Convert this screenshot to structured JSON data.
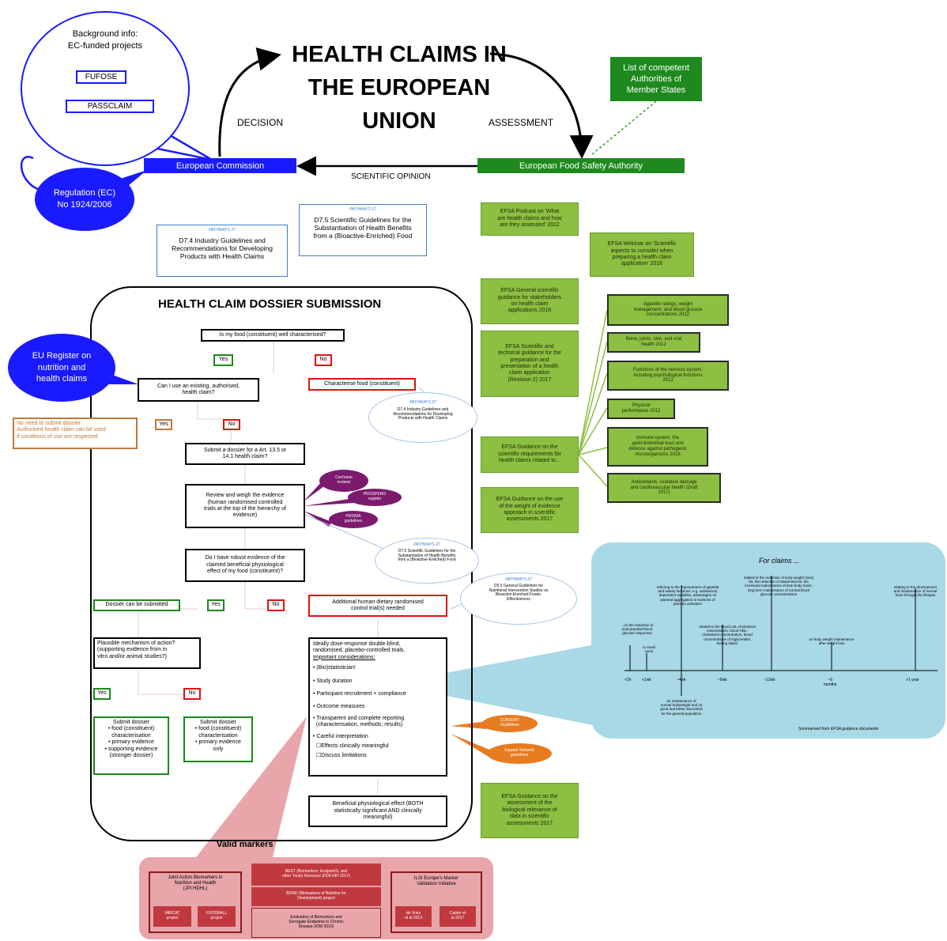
{
  "title_lines": [
    "HEALTH CLAIMS IN",
    "THE EUROPEAN",
    "UNION"
  ],
  "labels": {
    "decision": "DECISION",
    "assessment": "ASSESSMENT",
    "scientific_opinion": "SCIENTIFIC OPINION"
  },
  "background": {
    "title": "Background info:\nEC-funded projects",
    "p1": "FUFOSE",
    "p2": "PASSCLAIM"
  },
  "regulation": "Regulation (EC)\nNo 1924/2006",
  "ec": "European Commission",
  "efsa_authority": "European Food Safety Authority",
  "competent": "List of competent\nAuthorities of\nMember States",
  "eu_register": "EU Register on\nnutrition and\nhealth claims",
  "pathways_logo": "PATHWAYS 27",
  "d74": "D7.4 Industry Guidelines and\nRecommendations for Developing\nProducts with Health Claims",
  "d75": "D7.5 Scientific Guidelines for the\nSubstantiation of Health Benefits\nfrom a (Bioactive-Enriched) Food",
  "dossier_title": "HEALTH CLAIM DOSSIER SUBMISSION",
  "q1": "Is my food (constituent) well characterised?",
  "yes": "Yes",
  "no": "No",
  "q2": "Can I use an existing, authorised,\nhealth claim?",
  "characterise": "Characterise food (constituent)",
  "no_need": "No need to submit dossier\nAuthorised health claim can be used\nif conditions of use are respected",
  "d74_small": "D7.4 Industry Guidelines and\nRecommendations for Developing\nProducts with Health Claims",
  "submit_q": "Submit a dossier for a Art. 13.5 or\n14.1 health claim?",
  "review": "Review and weigh the evidence\n(human randomised controlled\ntrials at the top of the hierarchy of\nevidence)",
  "purple": [
    "Cochrane\nreviews",
    "PROSPERO\nregister",
    "PRISMA\nguidelines"
  ],
  "robust_q": "Do I have robust evidence of the\nclaimed beneficial physiological\neffect of my food (constituent)?",
  "d75_small": "D7.5 Scientific Guidelines for the\nSubstantiation of Health Benefits\nfrom a (Bioactive-Enriched) Food",
  "d55_small": "D5.5 General Guidelines for\nNutritional Intervention Studies on\nBioactive-Enriched Foods:\nEffectiveness",
  "dossier_ok": "Dossier can be submitted",
  "additional": "Additional human dietary randomised\ncontrol trial(s) needed",
  "plausible": "Plausible mechanism of action?\n(supporting evidence from in\nvitro and/or animal studies?)",
  "ideally_lines": [
    "Ideally dose-response double-blind,",
    "randomised, placebo-controlled trials.",
    "Important considerations:",
    "• (Bio)statistician!",
    "• Study duration",
    "• Participant recruitment + compliance",
    "• Outcome measures",
    "• Transparent and complete reporting",
    "  (characterisation, methods, results)",
    "• Careful interpretation",
    "  ☐Effects clinically meaningful",
    "  ☐Discuss limitations"
  ],
  "submit1": "Submit dossier\n• food (constituent)\ncharacterisation\n• primary evidence\n• supporting evidence\n(stronger dossier)",
  "submit2": "Submit dossier\n• food (constituent)\ncharacterisation\n• primary evidence\nonly",
  "orange": [
    "CONSORT\nGuidelines",
    "Equator Network\nguidelines"
  ],
  "beneficial": "Beneficial physiological effect (BOTH\nstatistically significant AND clinically\nmeaningful)",
  "valid_markers": "Valid markers",
  "markers": {
    "jpi": "Joint Action Biomarkers in\nNutrition and Health\n(JPI HDHL)",
    "mircat": "MIRCAT\nproject",
    "foodball": "FOODBALL\nproject",
    "best": "BEST (Biomarkers, EndpointS, and\nother Tools) Resource (FDA NIH 2017)",
    "bond": "BOND (Biomarkers of Nutrition for\nDevelopment) project",
    "iom": "Evaluation of Biomarkers and\nSurrogate Endpoints in Chronic\nDisease (IOM 2010)",
    "ilsi": "ILSI Europe's Marker\nValidation Initiative",
    "devries": "de Vries\net al 2013",
    "calder": "Calder et\nal 2017"
  },
  "efsa_items": [
    "EFSA Podcast on 'What\nare health claims and how\nare they assessed' 2012",
    "EFSA Webinar on 'Scientific\naspects to consider when\npreparing a health claim\napplication' 2016",
    "EFSA General scientific\nguidance for stakeholders\non health claim\napplications 2016",
    "EFSA Scientific and\ntechnical guidance for the\npreparation and\npresentation of a health\nclaim application\n(Revision 2) 2017",
    "EFSA Guidance on the\nscientific requirements for\nhealth claims related to...",
    "EFSA Guidance on the use\nof the weight of evidence\napproach in scientific\nassessments 2017",
    "EFSA Guidance on the\nassessment of the\nbiological relevance of\ndata in scientific\nassessments 2017"
  ],
  "topics": [
    "Appetite ratings, weight\nmanagement, and blood glucose\nconcentrations 2012",
    "Bone, joints, skin, and oral\nhealth 2012",
    "Functions of the nervous system,\nincluding psychological functions\n2012",
    "Physical\nperformance 2012",
    "Immune system, the\ngastrointestinal tract and\ndefence against pathogenic\nmicroorganisms 2016",
    "Antioxidants, oxidative damage\nand cardiovascular health (Draft\n2017)"
  ],
  "timeline": {
    "title": "For claims ...",
    "ticks": [
      "<2h",
      "<1wk",
      "~4wk",
      "~8wk",
      "~12wk",
      "~6\nmonths",
      ">1 year"
    ],
    "notes": [
      "...on the reduction of\npost-prandial blood\nglucose responses",
      "to small\nsums",
      "referring to the improvement of appetite\nand satiety functions, e.g. satisfactory\ndependent variables, advantages on\nplanned aggregation in nutrients of\nplacebo activation",
      "an maintenance of\nnormal bodyweight and on\ngood and better discomfort\nfor the general population",
      "related to the blood LDL-cholesterol\nconcentration, blood HDL-\ncholesterol concentration, blood\nconcentrations of triglycerides,\nfasting states",
      "related to the reduction of body weight (loss)\nfat, the reduction of abdominal fat, the\nincreased maintenance of lean body mass,\nlong term maintenance of normal blood\nglucose concentrations",
      "on body weight maintenance\nafter weight loss",
      "relating to the development\nand maintenance of normal\nbone through the lifespan"
    ],
    "footer": "Summarised from EFSA guidance documents"
  }
}
